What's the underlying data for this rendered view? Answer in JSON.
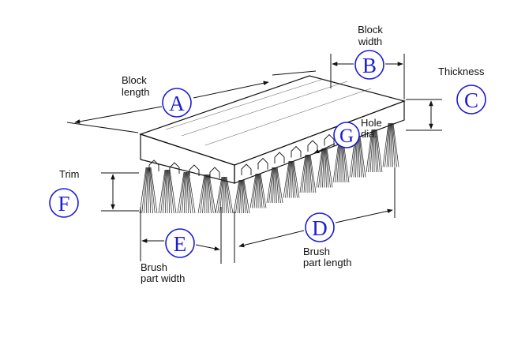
{
  "labels": {
    "block_length": [
      "Block",
      "length"
    ],
    "block_width": [
      "Block",
      "width"
    ],
    "thickness": "Thickness",
    "hole_dia": [
      "Hole",
      "dia."
    ],
    "trim": "Trim",
    "brush_part_width": [
      "Brush",
      "part width"
    ],
    "brush_part_length": [
      "Brush",
      "part length"
    ]
  },
  "markers": {
    "A": "A",
    "B": "B",
    "C": "C",
    "D": "D",
    "E": "E",
    "F": "F",
    "G": "G"
  },
  "colors": {
    "marker": "#1c1cd6",
    "ink": "#111111"
  }
}
